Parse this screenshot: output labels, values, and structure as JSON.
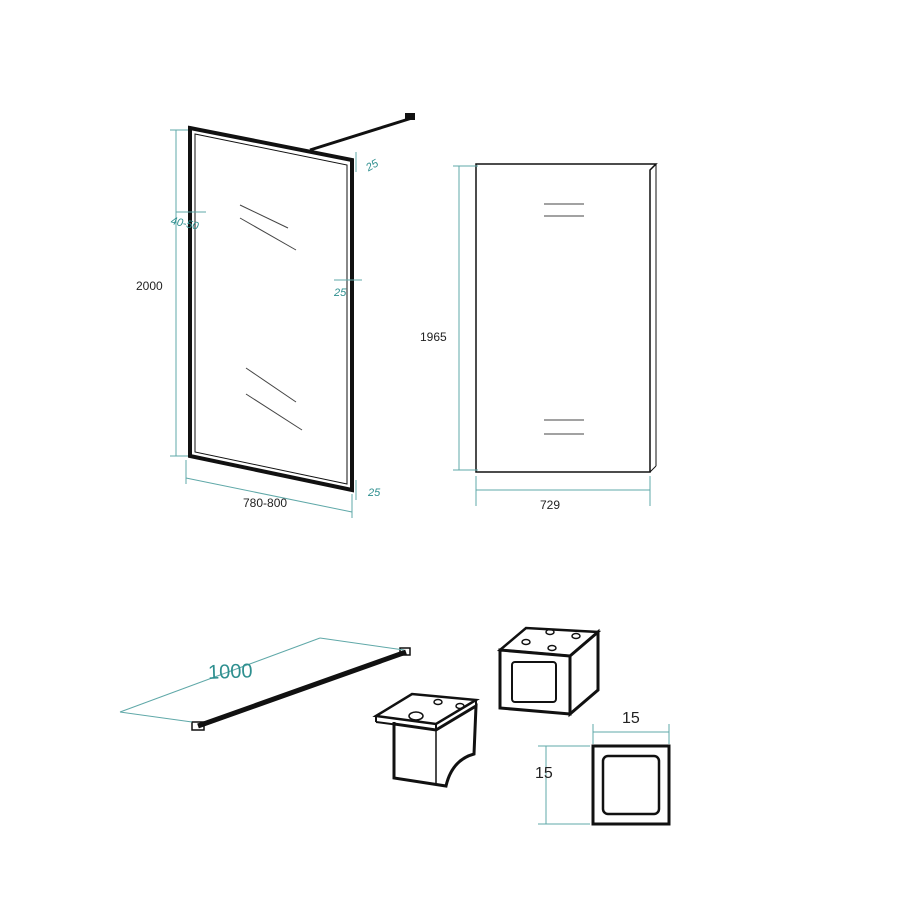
{
  "panel_side_view": {
    "height_label": "2000",
    "width_label": "780-800",
    "wall_profile_label": "40-50",
    "top_offset_label": "25",
    "mid_offset_label": "25",
    "bottom_offset_label": "25"
  },
  "glass_front_view": {
    "height_label": "1965",
    "width_label": "729"
  },
  "stabilizer_bar": {
    "length_label": "1000"
  },
  "profile_section": {
    "width_label": "15",
    "height_label": "15"
  },
  "colors": {
    "dimension_line": "#5fa8a8",
    "dimension_text_accent": "#2e8f8f",
    "frame": "#111111"
  }
}
